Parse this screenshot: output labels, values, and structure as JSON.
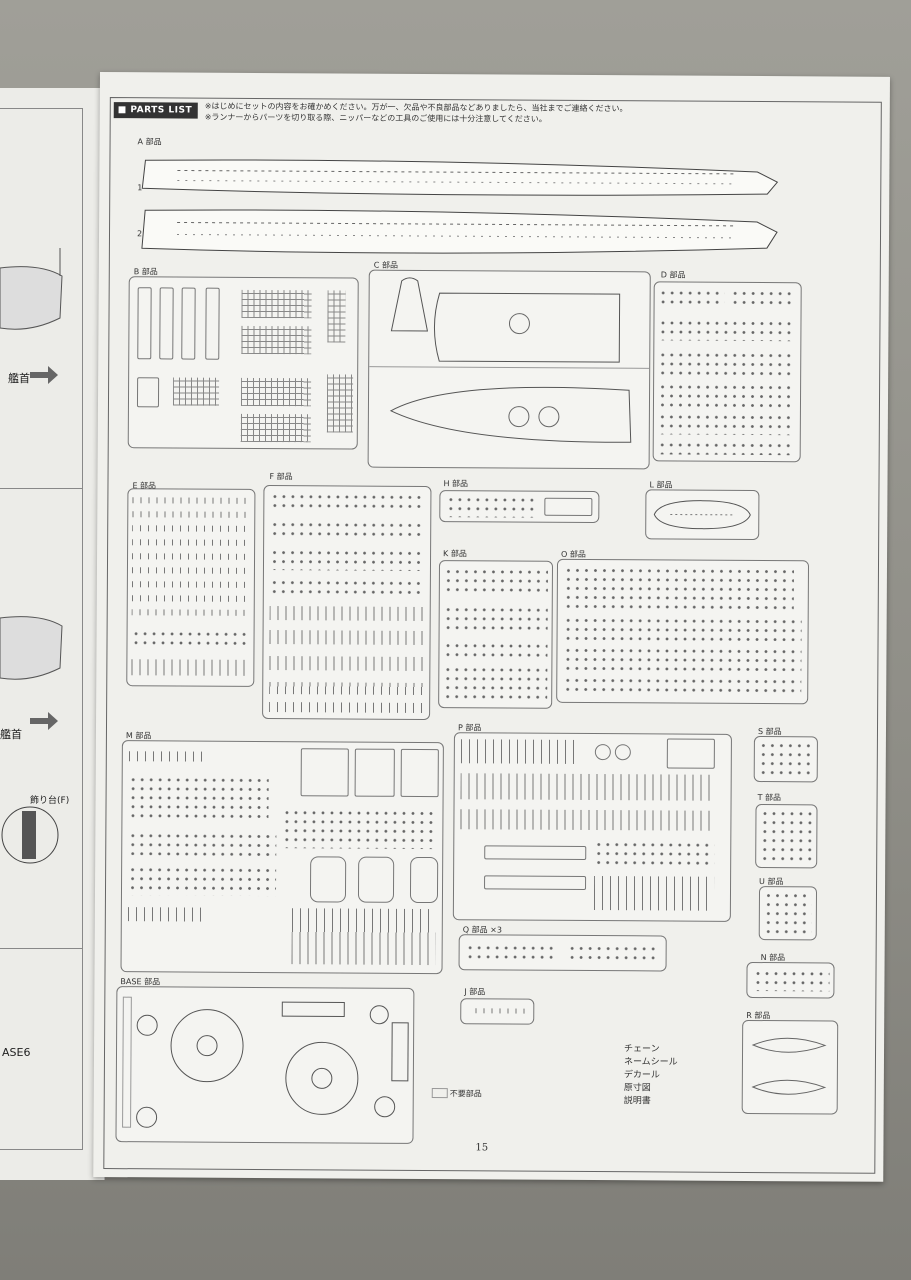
{
  "header": {
    "badge": "■ PARTS LIST",
    "note1": "※はじめにセットの内容をお確かめください。万が一、欠品や不良部品などありましたら、当社までご連絡ください。",
    "note2": "※ランナーからパーツを切り取る際、ニッパーなどの工具のご使用には十分注意してください。"
  },
  "sections": {
    "A": "A 部品",
    "B": "B 部品",
    "C": "C 部品",
    "D": "D 部品",
    "E": "E 部品",
    "F": "F 部品",
    "H": "H 部品",
    "L": "L 部品",
    "K": "K 部品",
    "O": "O 部品",
    "M": "M 部品",
    "P": "P 部品",
    "S": "S 部品",
    "T": "T 部品",
    "U": "U 部品",
    "Q": "Q 部品 ×3",
    "N": "N 部品",
    "J": "J 部品",
    "R": "R 部品",
    "BASE": "BASE 部品"
  },
  "legend": {
    "unused": "不要部品"
  },
  "misc_items": [
    "チェーン",
    "ネームシール",
    "デカール",
    "原寸図",
    "説明書"
  ],
  "page_number": "15",
  "left_page": {
    "bow1": "艦首",
    "bow2": "艦首",
    "stand": "飾り台(F)",
    "base": "ASE6"
  }
}
